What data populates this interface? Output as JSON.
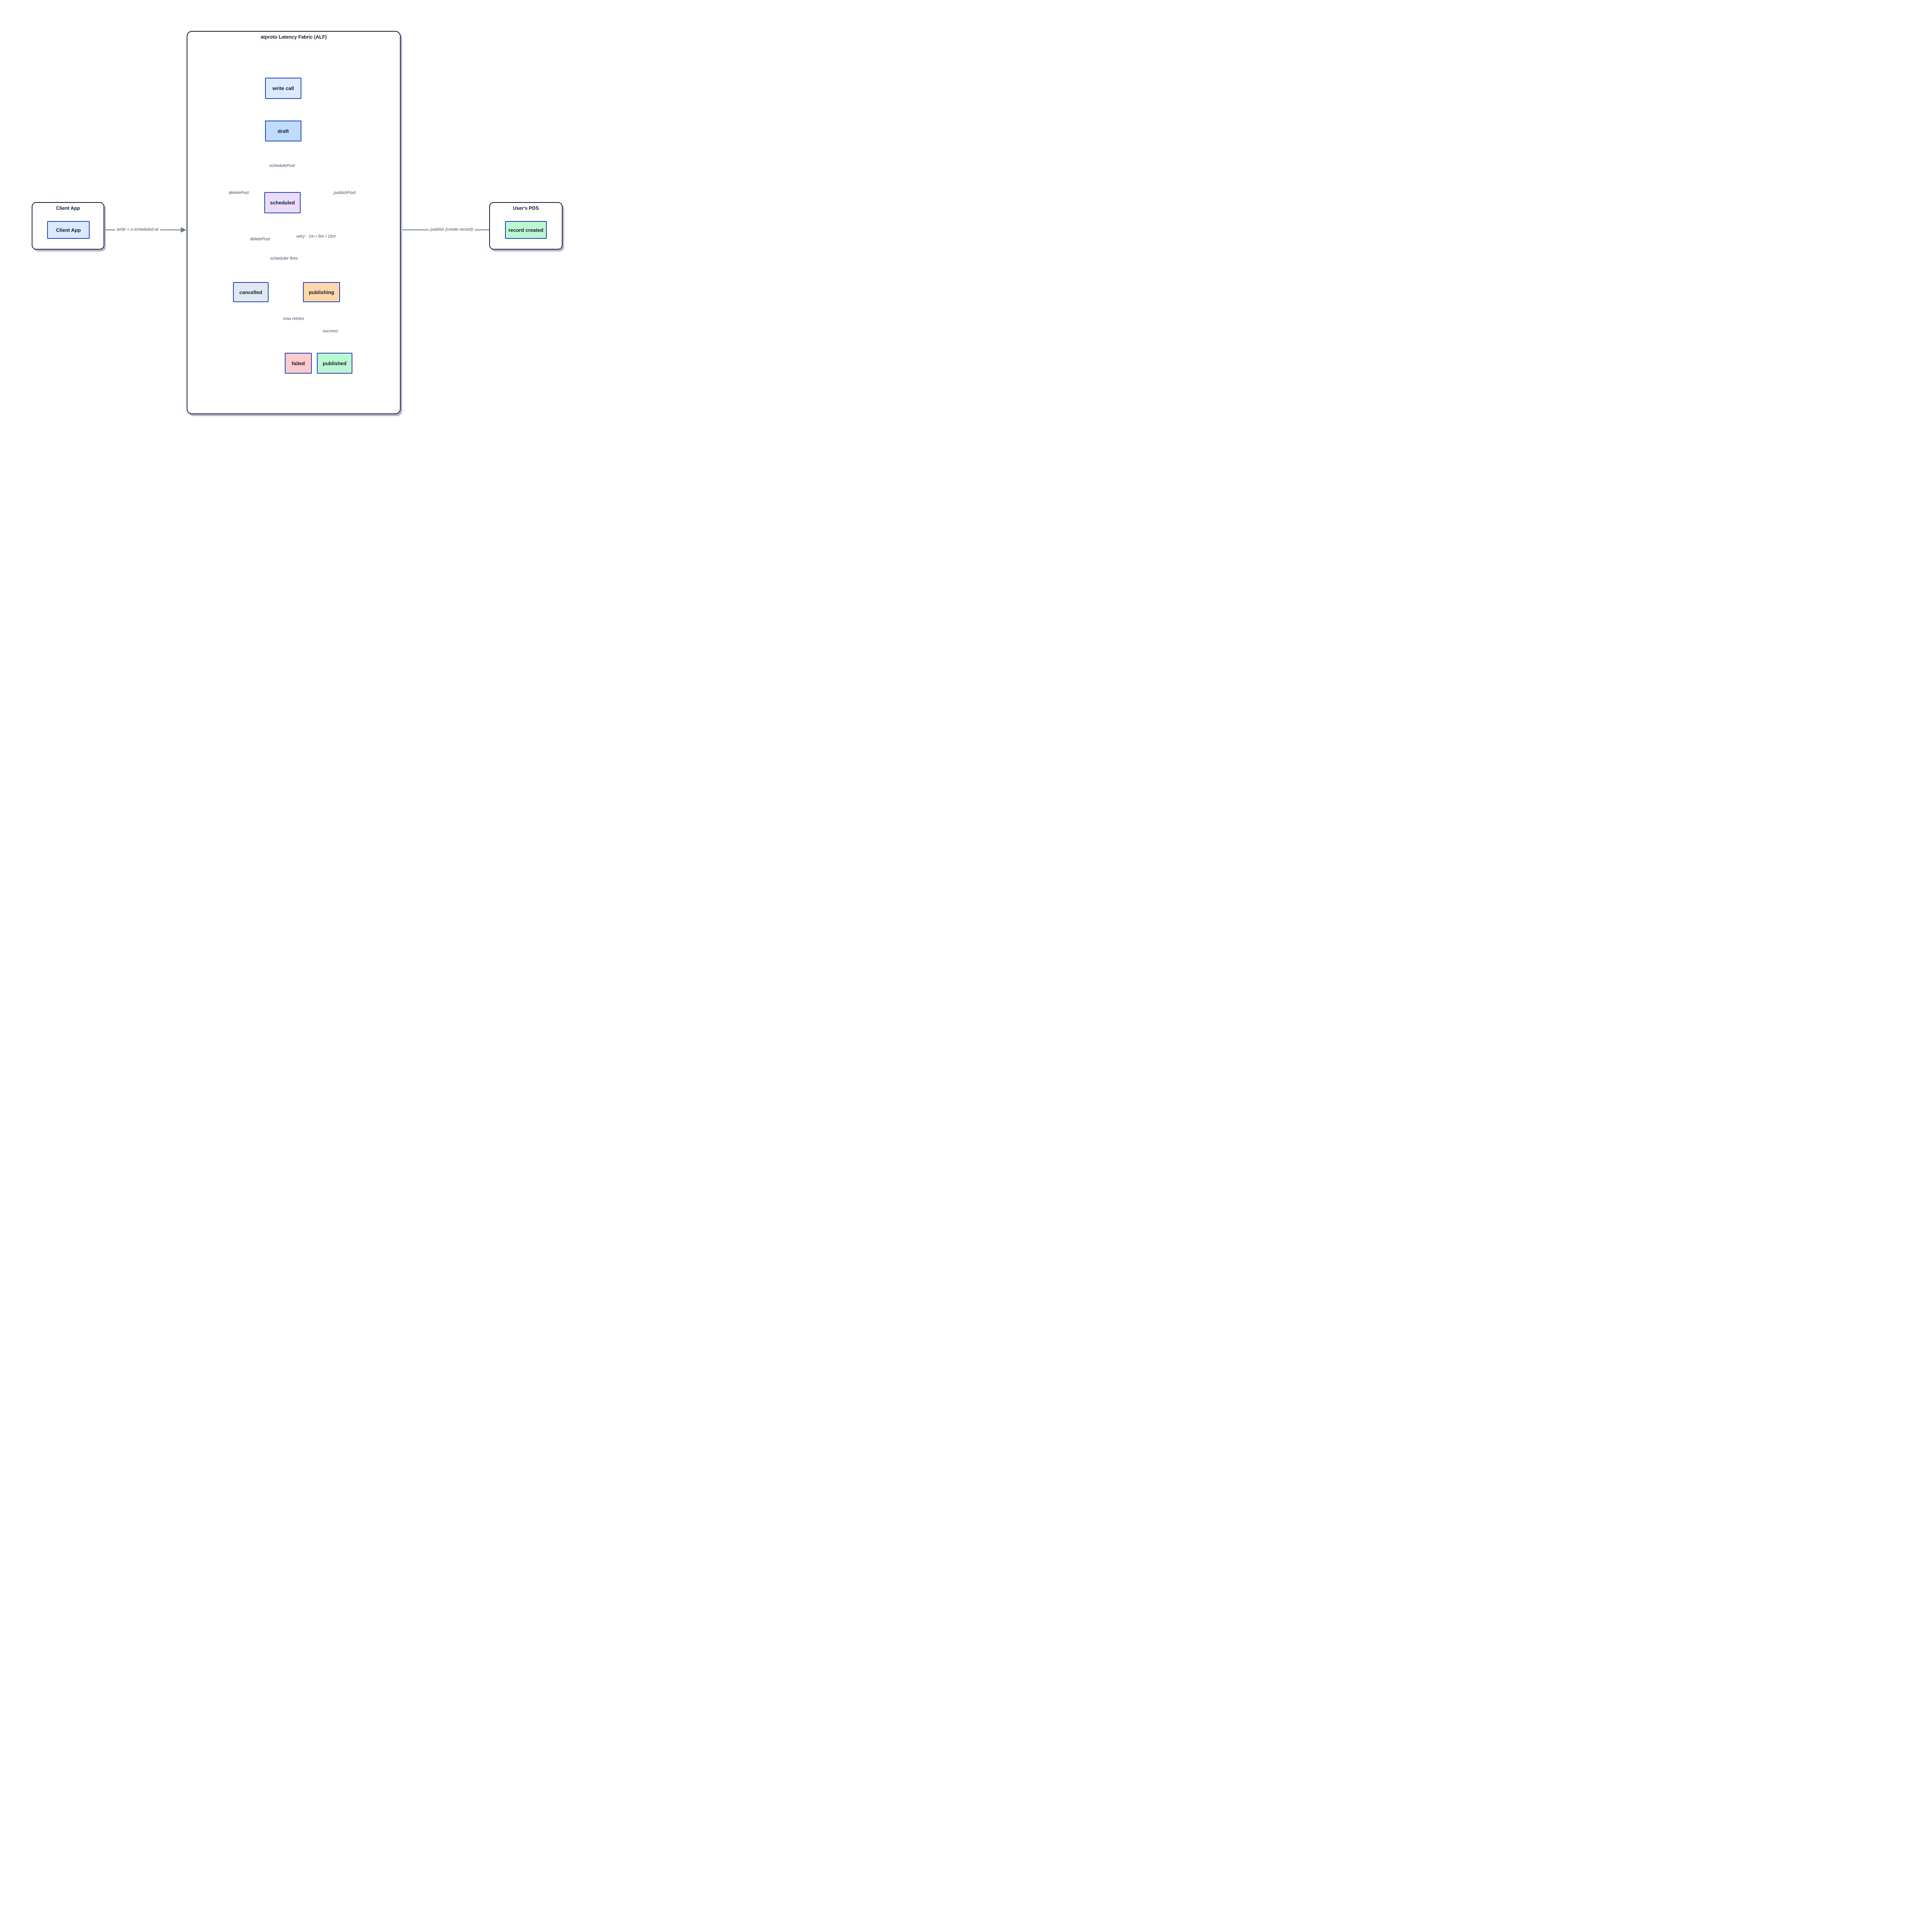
{
  "containers": {
    "client": {
      "title": "Client App"
    },
    "alf": {
      "title": "atproto Latency Fabric (ALF)"
    },
    "pds": {
      "title": "User's PDS"
    }
  },
  "nodes": {
    "client_app": {
      "label": "Client App"
    },
    "write_call": {
      "label": "write call"
    },
    "draft": {
      "label": "draft"
    },
    "scheduled": {
      "label": "scheduled"
    },
    "cancelled": {
      "label": "cancelled"
    },
    "publishing": {
      "label": "publishing"
    },
    "failed": {
      "label": "failed"
    },
    "published": {
      "label": "published"
    },
    "record_created": {
      "label": "record created"
    }
  },
  "edges": {
    "client_to_alf": {
      "label": "write + x-scheduled-at"
    },
    "alf_to_pds": {
      "label": "publish (create record)"
    },
    "draft_to_scheduled": {
      "label": "schedulePost"
    },
    "draft_to_cancelled": {
      "label": "deletePost"
    },
    "scheduled_to_cancelled": {
      "label": "deletePost"
    },
    "draft_to_publishing": {
      "label": "publishPost"
    },
    "scheduled_to_publishing": {
      "label": "scheduler fires"
    },
    "publishing_to_scheduled": {
      "label": "retry · 1m / 5m / 15m"
    },
    "publishing_to_failed": {
      "label": "max retries"
    },
    "publishing_to_published": {
      "label": "success"
    }
  },
  "colors": {
    "edge_gray": "#64748b",
    "edge_label_text": "#3d4e68",
    "node_border": "#1c3fc0",
    "node_text": "#121c36",
    "container_border": "#141c36",
    "container_shadow": "#b7bbce",
    "retry_orange": "#ea580c",
    "fail_red": "#d92626",
    "success_green": "#16a34a",
    "fill_write_call": "#dbeafe",
    "fill_draft": "#bfdbfe",
    "fill_scheduled": "#ecdcfb",
    "fill_cancelled": "#e2e8f0",
    "fill_publishing": "#fed7aa",
    "fill_failed": "#fecaca",
    "fill_published": "#bbf7d0",
    "fill_record_created": "#bbf7d0",
    "fill_client_app": "#dbeafe"
  }
}
